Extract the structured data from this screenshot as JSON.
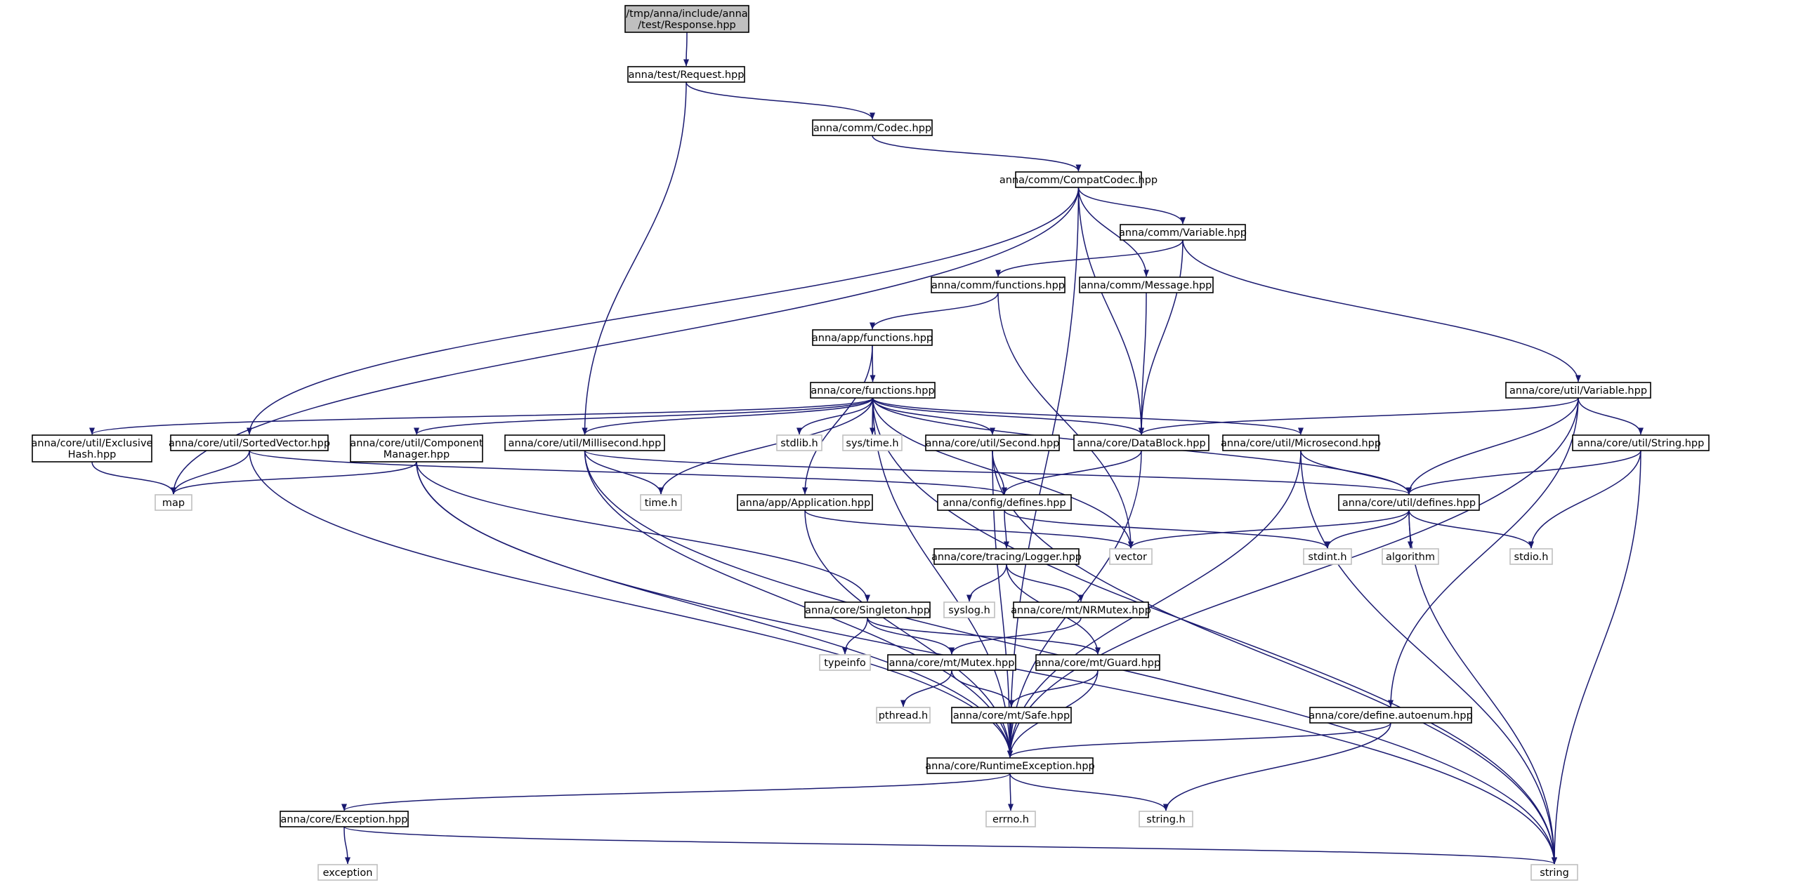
{
  "graph": {
    "edge_color": "#191970",
    "nodes": [
      {
        "id": "response",
        "kind": "root",
        "lines": [
          "/tmp/anna/include/anna",
          "/test/Response.hpp"
        ]
      },
      {
        "id": "request",
        "kind": "normal",
        "lines": [
          "anna/test/Request.hpp"
        ]
      },
      {
        "id": "codec",
        "kind": "normal",
        "lines": [
          "anna/comm/Codec.hpp"
        ]
      },
      {
        "id": "compatcodec",
        "kind": "normal",
        "lines": [
          "anna/comm/CompatCodec.hpp"
        ]
      },
      {
        "id": "commvariable",
        "kind": "normal",
        "lines": [
          "anna/comm/Variable.hpp"
        ]
      },
      {
        "id": "commfunctions",
        "kind": "normal",
        "lines": [
          "anna/comm/functions.hpp"
        ]
      },
      {
        "id": "message",
        "kind": "normal",
        "lines": [
          "anna/comm/Message.hpp"
        ]
      },
      {
        "id": "appfunctions",
        "kind": "normal",
        "lines": [
          "anna/app/functions.hpp"
        ]
      },
      {
        "id": "corefunctions",
        "kind": "normal",
        "lines": [
          "anna/core/functions.hpp"
        ]
      },
      {
        "id": "utilvariable",
        "kind": "normal",
        "lines": [
          "anna/core/util/Variable.hpp"
        ]
      },
      {
        "id": "exclusivehash",
        "kind": "normal",
        "lines": [
          "anna/core/util/Exclusive",
          "Hash.hpp"
        ]
      },
      {
        "id": "sortedvector",
        "kind": "normal",
        "lines": [
          "anna/core/util/SortedVector.hpp"
        ]
      },
      {
        "id": "componentmanager",
        "kind": "normal",
        "lines": [
          "anna/core/util/Component",
          "Manager.hpp"
        ]
      },
      {
        "id": "millisecond",
        "kind": "normal",
        "lines": [
          "anna/core/util/Millisecond.hpp"
        ]
      },
      {
        "id": "stdlib",
        "kind": "system",
        "lines": [
          "stdlib.h"
        ]
      },
      {
        "id": "systime",
        "kind": "system",
        "lines": [
          "sys/time.h"
        ]
      },
      {
        "id": "second",
        "kind": "normal",
        "lines": [
          "anna/core/util/Second.hpp"
        ]
      },
      {
        "id": "datablock",
        "kind": "normal",
        "lines": [
          "anna/core/DataBlock.hpp"
        ]
      },
      {
        "id": "microsecond",
        "kind": "normal",
        "lines": [
          "anna/core/util/Microsecond.hpp"
        ]
      },
      {
        "id": "utilstring",
        "kind": "normal",
        "lines": [
          "anna/core/util/String.hpp"
        ]
      },
      {
        "id": "map",
        "kind": "system",
        "lines": [
          "map"
        ]
      },
      {
        "id": "timeh",
        "kind": "system",
        "lines": [
          "time.h"
        ]
      },
      {
        "id": "configdefines",
        "kind": "normal",
        "lines": [
          "anna/config/defines.hpp"
        ]
      },
      {
        "id": "application",
        "kind": "normal",
        "lines": [
          "anna/app/Application.hpp"
        ]
      },
      {
        "id": "utildefines",
        "kind": "normal",
        "lines": [
          "anna/core/util/defines.hpp"
        ]
      },
      {
        "id": "logger",
        "kind": "normal",
        "lines": [
          "anna/core/tracing/Logger.hpp"
        ]
      },
      {
        "id": "vector",
        "kind": "system",
        "lines": [
          "vector"
        ]
      },
      {
        "id": "stdint",
        "kind": "system",
        "lines": [
          "stdint.h"
        ]
      },
      {
        "id": "algorithm",
        "kind": "system",
        "lines": [
          "algorithm"
        ]
      },
      {
        "id": "stdio",
        "kind": "system",
        "lines": [
          "stdio.h"
        ]
      },
      {
        "id": "syslog",
        "kind": "system",
        "lines": [
          "syslog.h"
        ]
      },
      {
        "id": "nrmutex",
        "kind": "normal",
        "lines": [
          "anna/core/mt/NRMutex.hpp"
        ]
      },
      {
        "id": "singleton",
        "kind": "normal",
        "lines": [
          "anna/core/Singleton.hpp"
        ]
      },
      {
        "id": "typeinfo",
        "kind": "system",
        "lines": [
          "typeinfo"
        ]
      },
      {
        "id": "mutex",
        "kind": "normal",
        "lines": [
          "anna/core/mt/Mutex.hpp"
        ]
      },
      {
        "id": "guard",
        "kind": "normal",
        "lines": [
          "anna/core/mt/Guard.hpp"
        ]
      },
      {
        "id": "pthread",
        "kind": "system",
        "lines": [
          "pthread.h"
        ]
      },
      {
        "id": "safe",
        "kind": "normal",
        "lines": [
          "anna/core/mt/Safe.hpp"
        ]
      },
      {
        "id": "autoenum",
        "kind": "normal",
        "lines": [
          "anna/core/define.autoenum.hpp"
        ]
      },
      {
        "id": "runtimeexception",
        "kind": "normal",
        "lines": [
          "anna/core/RuntimeException.hpp"
        ]
      },
      {
        "id": "exception",
        "kind": "normal",
        "lines": [
          "anna/core/Exception.hpp"
        ]
      },
      {
        "id": "errno",
        "kind": "system",
        "lines": [
          "errno.h"
        ]
      },
      {
        "id": "stringh",
        "kind": "system",
        "lines": [
          "string.h"
        ]
      },
      {
        "id": "stdexception",
        "kind": "system",
        "lines": [
          "exception"
        ]
      },
      {
        "id": "string",
        "kind": "system",
        "lines": [
          "string"
        ]
      }
    ],
    "edges": [
      [
        "response",
        "request"
      ],
      [
        "request",
        "codec"
      ],
      [
        "request",
        "millisecond"
      ],
      [
        "codec",
        "compatcodec"
      ],
      [
        "compatcodec",
        "commvariable"
      ],
      [
        "compatcodec",
        "message"
      ],
      [
        "compatcodec",
        "datablock"
      ],
      [
        "compatcodec",
        "sortedvector"
      ],
      [
        "compatcodec",
        "map"
      ],
      [
        "compatcodec",
        "runtimeexception"
      ],
      [
        "commvariable",
        "commfunctions"
      ],
      [
        "commvariable",
        "datablock"
      ],
      [
        "commvariable",
        "utilvariable"
      ],
      [
        "commfunctions",
        "appfunctions"
      ],
      [
        "commfunctions",
        "vector"
      ],
      [
        "message",
        "datablock"
      ],
      [
        "appfunctions",
        "corefunctions"
      ],
      [
        "appfunctions",
        "application"
      ],
      [
        "corefunctions",
        "exclusivehash"
      ],
      [
        "corefunctions",
        "componentmanager"
      ],
      [
        "corefunctions",
        "millisecond"
      ],
      [
        "corefunctions",
        "stdlib"
      ],
      [
        "corefunctions",
        "systime"
      ],
      [
        "corefunctions",
        "second"
      ],
      [
        "corefunctions",
        "datablock"
      ],
      [
        "corefunctions",
        "microsecond"
      ],
      [
        "corefunctions",
        "timeh"
      ],
      [
        "corefunctions",
        "vector"
      ],
      [
        "corefunctions",
        "utildefines"
      ],
      [
        "corefunctions",
        "runtimeexception"
      ],
      [
        "corefunctions",
        "string"
      ],
      [
        "utilvariable",
        "datablock"
      ],
      [
        "utilvariable",
        "utilstring"
      ],
      [
        "utilvariable",
        "utildefines"
      ],
      [
        "utilvariable",
        "runtimeexception"
      ],
      [
        "utilvariable",
        "autoenum"
      ],
      [
        "exclusivehash",
        "map"
      ],
      [
        "sortedvector",
        "map"
      ],
      [
        "sortedvector",
        "configdefines"
      ],
      [
        "sortedvector",
        "runtimeexception"
      ],
      [
        "componentmanager",
        "map"
      ],
      [
        "componentmanager",
        "singleton"
      ],
      [
        "componentmanager",
        "runtimeexception"
      ],
      [
        "componentmanager",
        "string"
      ],
      [
        "millisecond",
        "timeh"
      ],
      [
        "millisecond",
        "utildefines"
      ],
      [
        "millisecond",
        "runtimeexception"
      ],
      [
        "millisecond",
        "string"
      ],
      [
        "second",
        "configdefines"
      ],
      [
        "second",
        "runtimeexception"
      ],
      [
        "second",
        "string"
      ],
      [
        "datablock",
        "configdefines"
      ],
      [
        "datablock",
        "runtimeexception"
      ],
      [
        "microsecond",
        "utildefines"
      ],
      [
        "microsecond",
        "runtimeexception"
      ],
      [
        "microsecond",
        "string"
      ],
      [
        "utilstring",
        "utildefines"
      ],
      [
        "utilstring",
        "stdio"
      ],
      [
        "utilstring",
        "string"
      ],
      [
        "configdefines",
        "logger"
      ],
      [
        "configdefines",
        "stdint"
      ],
      [
        "application",
        "vector"
      ],
      [
        "application",
        "runtimeexception"
      ],
      [
        "utildefines",
        "vector"
      ],
      [
        "utildefines",
        "stdint"
      ],
      [
        "utildefines",
        "algorithm"
      ],
      [
        "utildefines",
        "stdio"
      ],
      [
        "utildefines",
        "string"
      ],
      [
        "logger",
        "syslog"
      ],
      [
        "logger",
        "nrmutex"
      ],
      [
        "logger",
        "guard"
      ],
      [
        "nrmutex",
        "mutex"
      ],
      [
        "singleton",
        "typeinfo"
      ],
      [
        "singleton",
        "mutex"
      ],
      [
        "singleton",
        "guard"
      ],
      [
        "mutex",
        "pthread"
      ],
      [
        "mutex",
        "safe"
      ],
      [
        "guard",
        "safe"
      ],
      [
        "guard",
        "runtimeexception"
      ],
      [
        "safe",
        "runtimeexception"
      ],
      [
        "autoenum",
        "runtimeexception"
      ],
      [
        "autoenum",
        "stringh"
      ],
      [
        "runtimeexception",
        "exception"
      ],
      [
        "runtimeexception",
        "errno"
      ],
      [
        "runtimeexception",
        "stringh"
      ],
      [
        "exception",
        "stdexception"
      ],
      [
        "exception",
        "string"
      ]
    ]
  }
}
